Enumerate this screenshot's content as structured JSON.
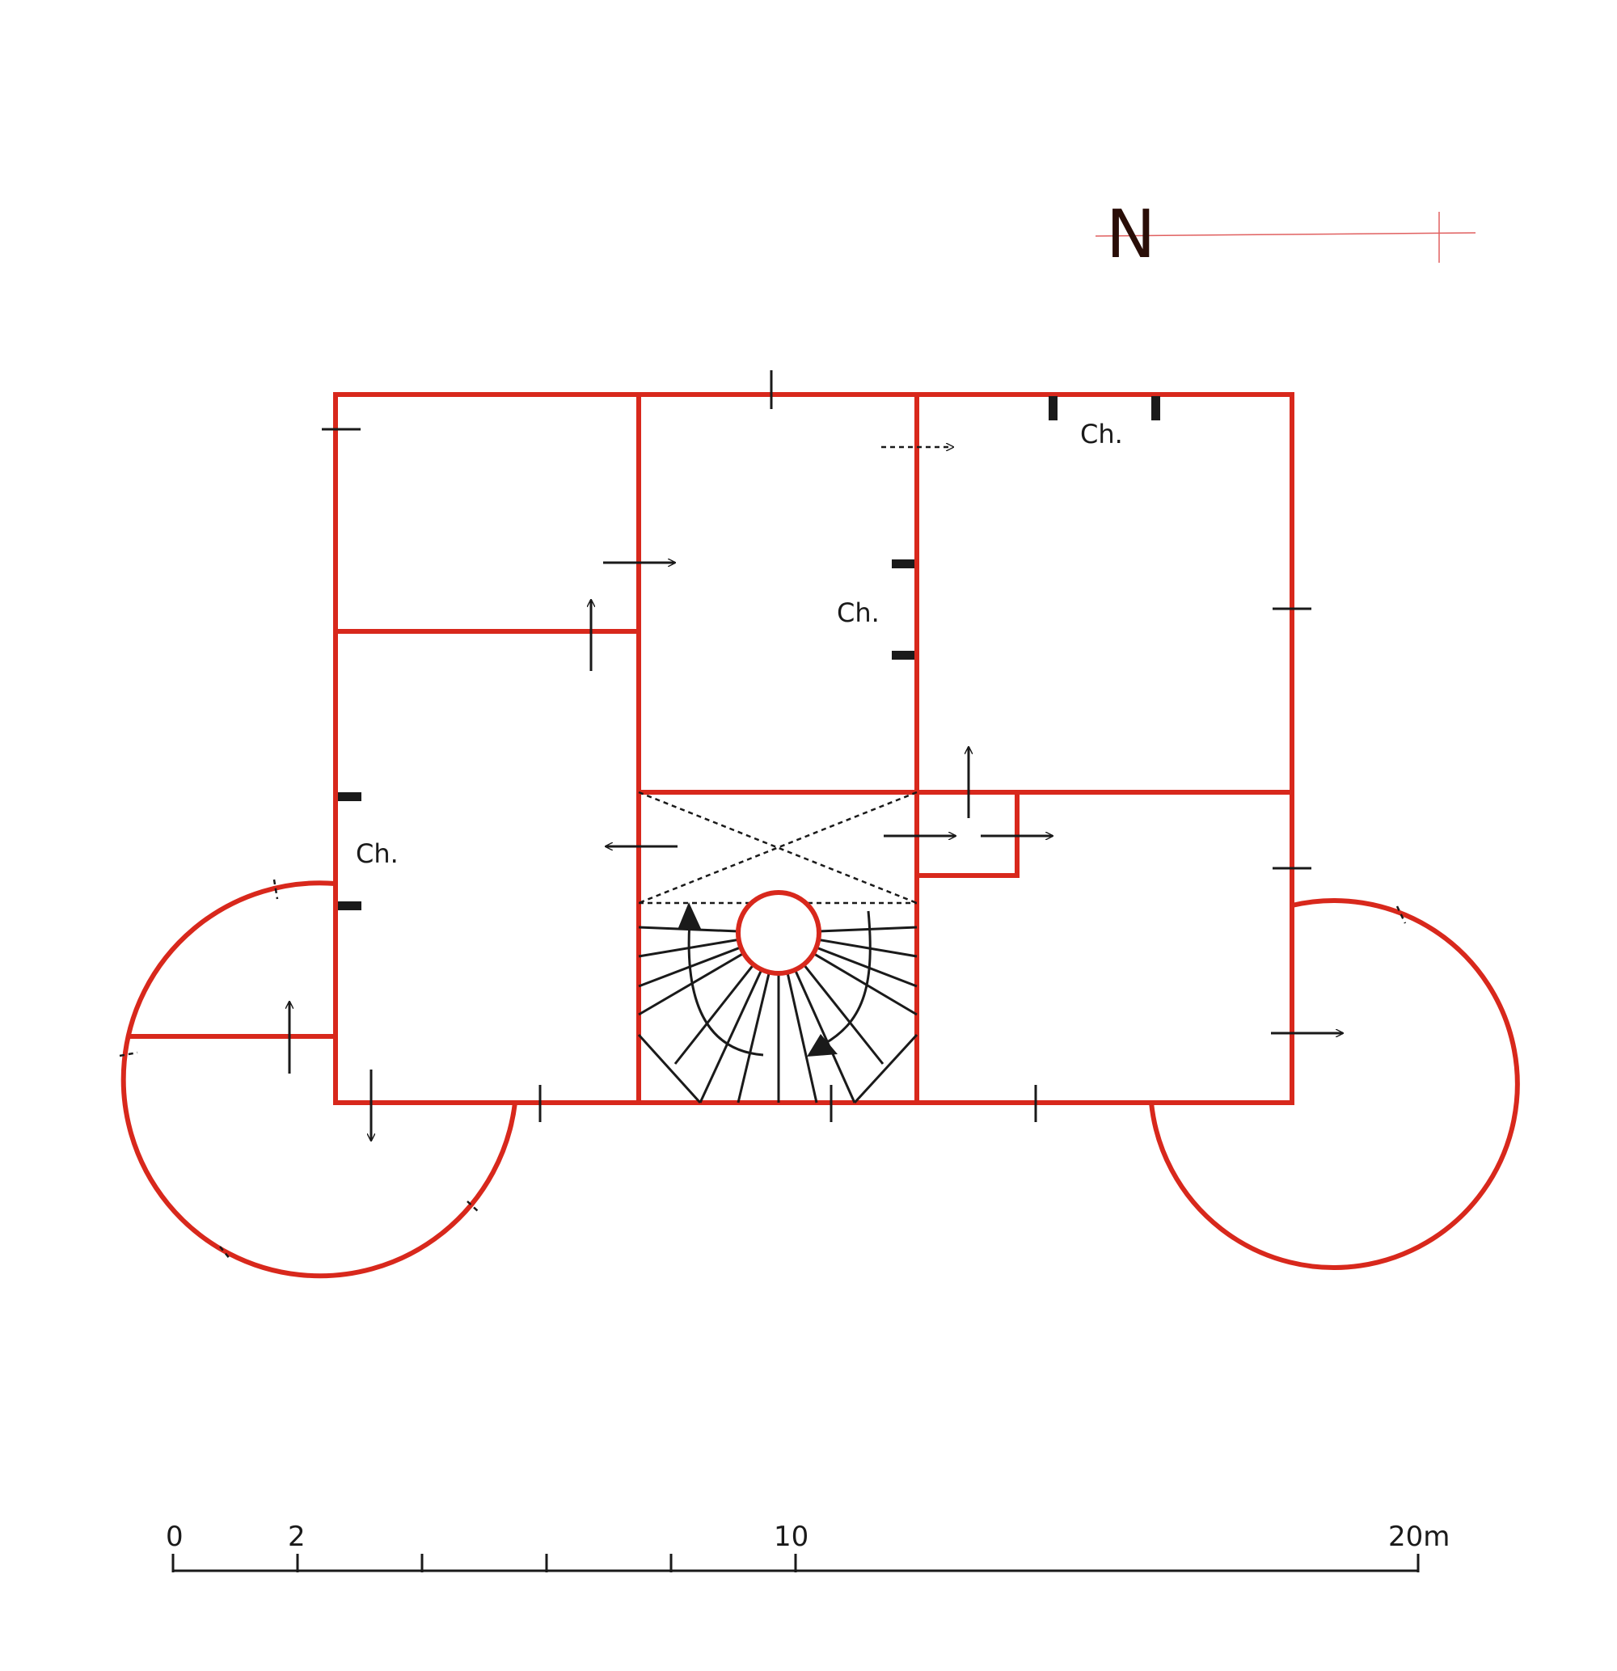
{
  "north": {
    "label": "N"
  },
  "rooms": [
    {
      "id": "room-east-center",
      "label": "Ch."
    },
    {
      "id": "room-north-east",
      "label": "Ch."
    },
    {
      "id": "room-west",
      "label": "Ch."
    }
  ],
  "scale_bar": {
    "labels": [
      "0",
      "2",
      "10",
      "20m"
    ]
  },
  "colors": {
    "walls": "#d8281c",
    "annotations": "#1a1a1a"
  }
}
